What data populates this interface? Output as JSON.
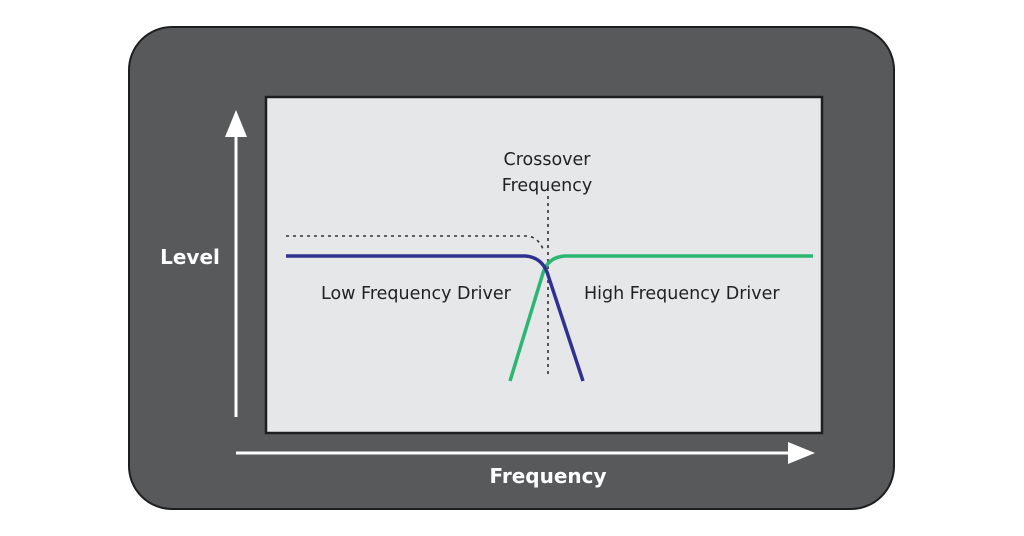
{
  "axes": {
    "y_label": "Level",
    "x_label": "Frequency"
  },
  "annotations": {
    "crossover_line1": "Crossover",
    "crossover_line2": "Frequency",
    "low_driver": "Low Frequency Driver",
    "high_driver": "High Frequency Driver"
  },
  "colors": {
    "frame": "#58595b",
    "plot_bg": "#e6e7e8",
    "axis_arrows": "#ffffff",
    "low_driver_curve": "#2e3192",
    "high_driver_curve": "#2bb673",
    "dotted_lines": "#333333"
  }
}
